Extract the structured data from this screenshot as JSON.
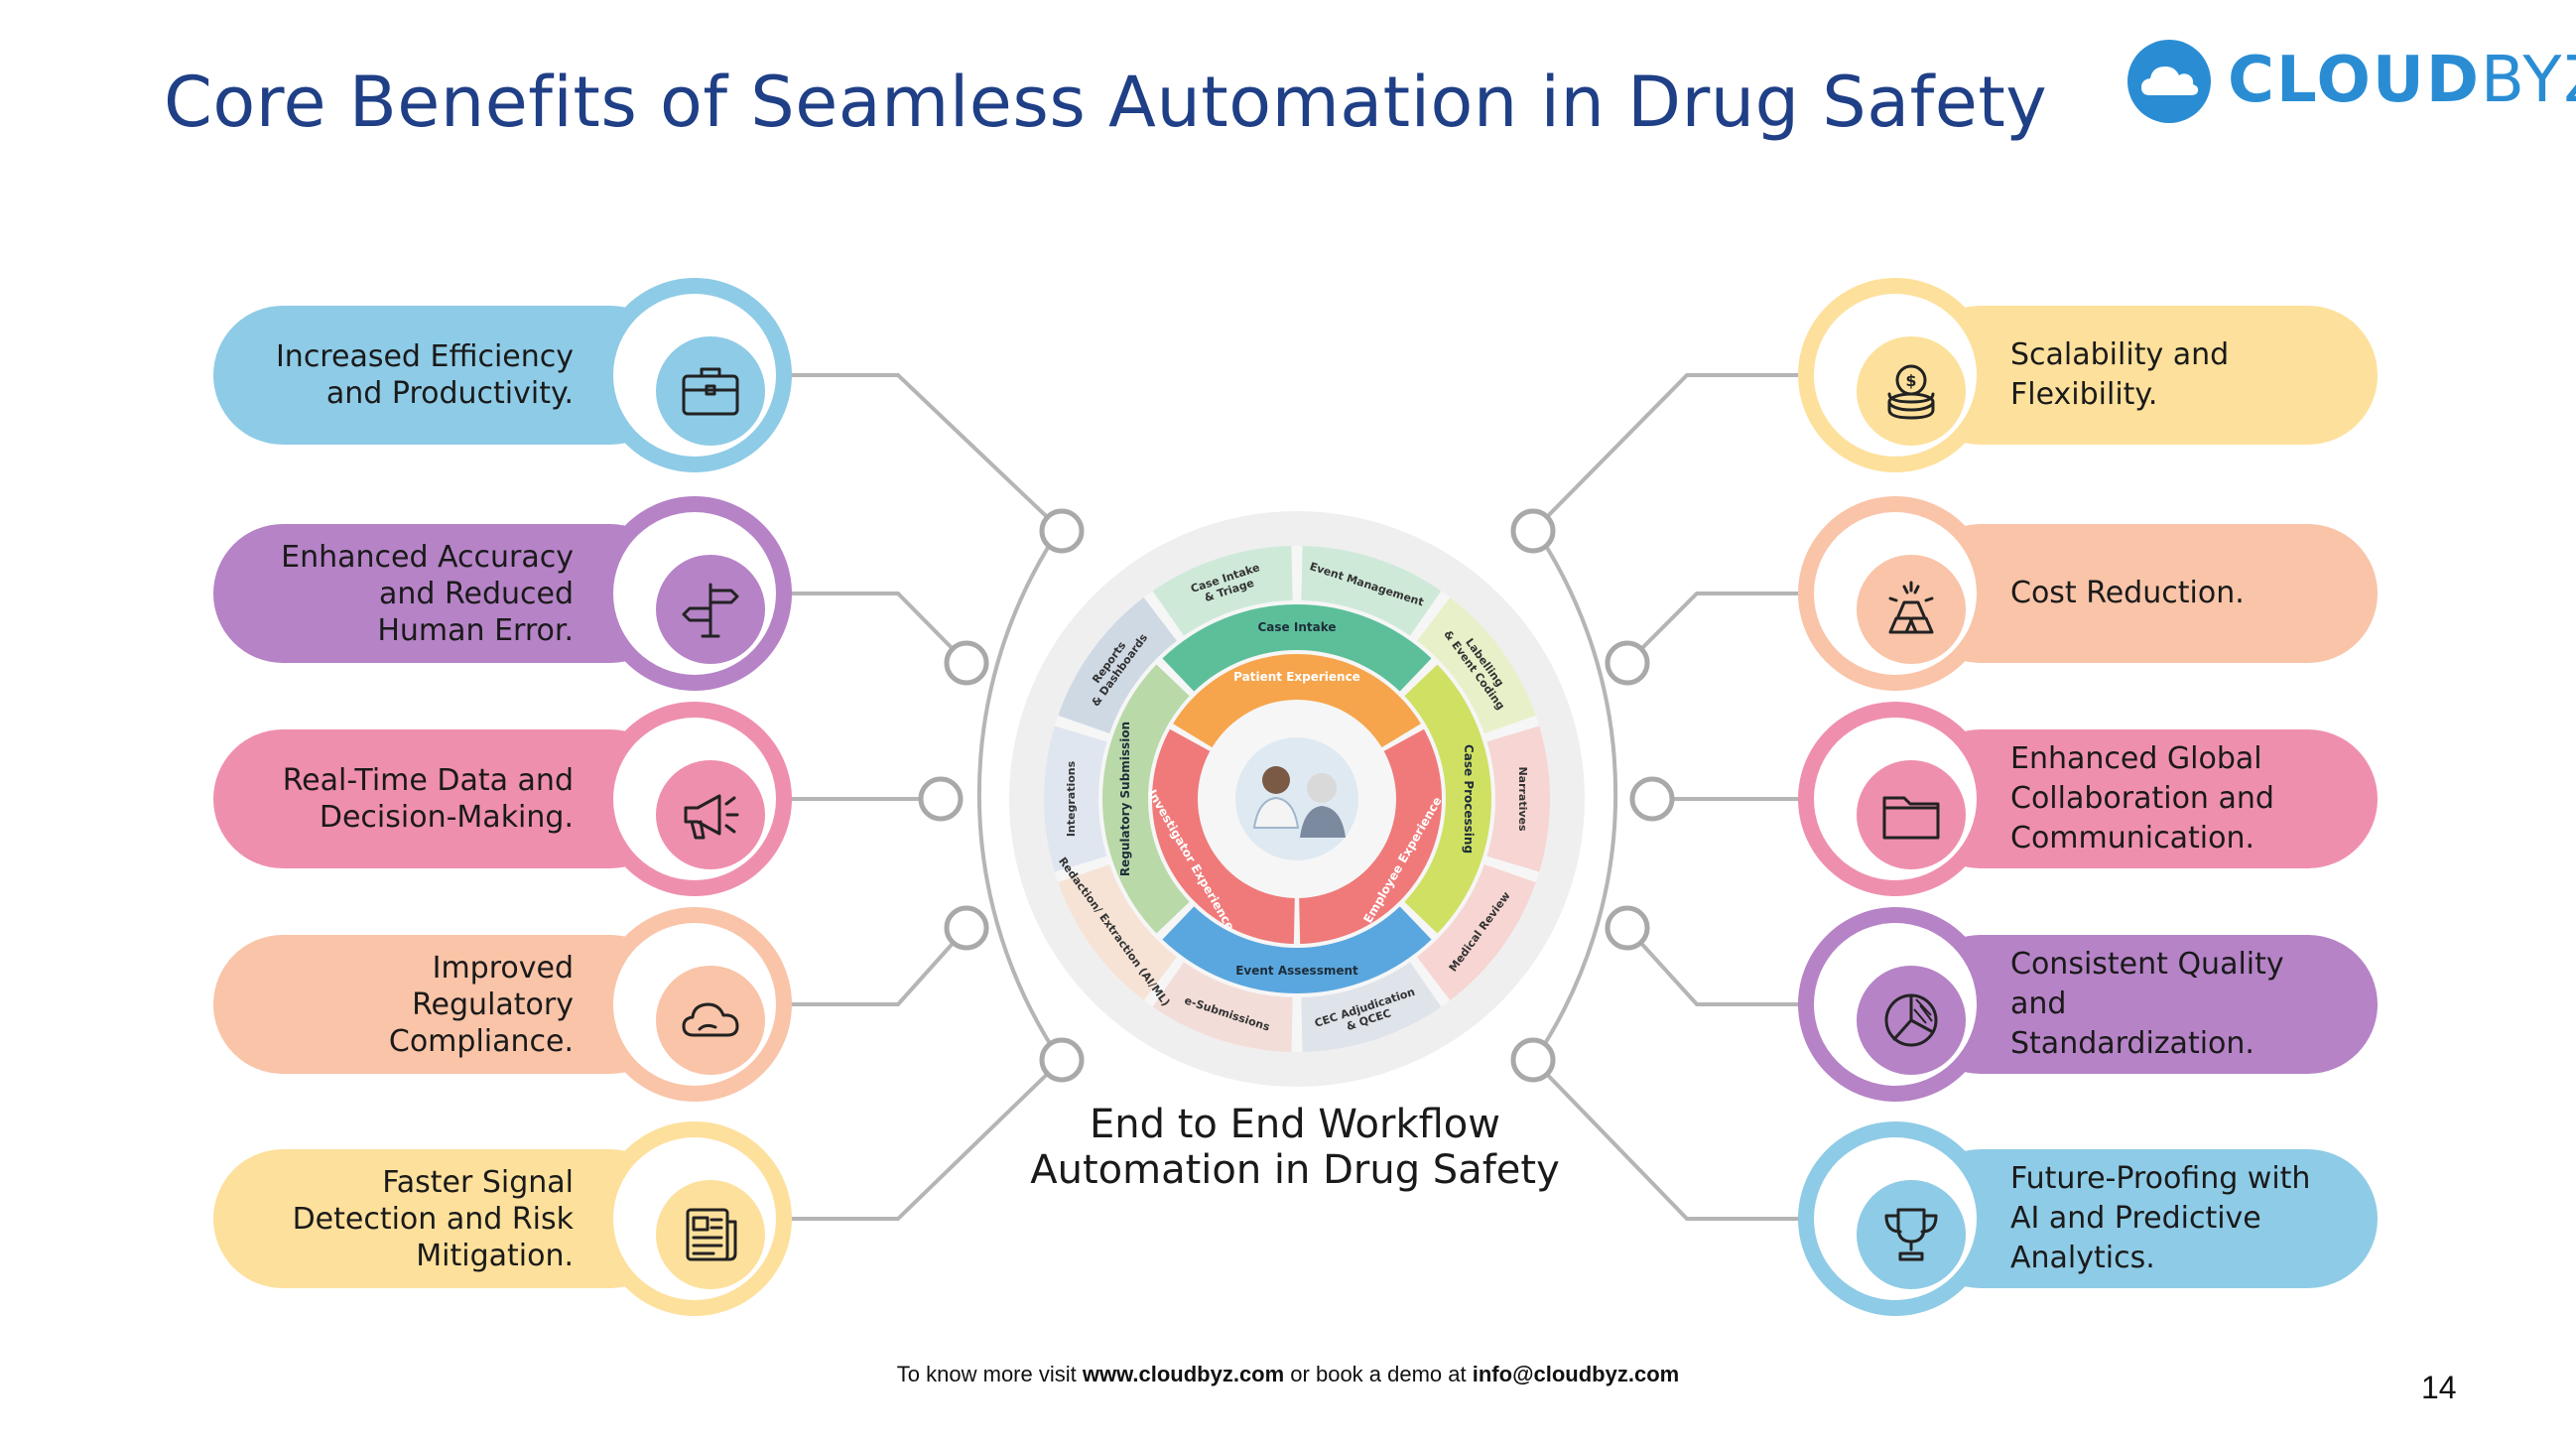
{
  "title": "Core Benefits of Seamless Automation in Drug Safety",
  "logo": {
    "bold": "CLOUD",
    "light": "BYZ"
  },
  "left_items": [
    {
      "lines": [
        "Increased Efficiency",
        "and Productivity."
      ],
      "icon": "briefcase-icon",
      "color": "#8ecbe6",
      "core": "#8ecbe6"
    },
    {
      "lines": [
        "Enhanced Accuracy",
        "and Reduced",
        "Human Error."
      ],
      "icon": "signpost-icon",
      "color": "#b683c7",
      "core": "#b683c7"
    },
    {
      "lines": [
        "Real-Time Data and",
        "Decision-Making."
      ],
      "icon": "megaphone-icon",
      "color": "#ef8fae",
      "core": "#ef8fae"
    },
    {
      "lines": [
        "Improved",
        "Regulatory",
        "Compliance."
      ],
      "icon": "cloud-icon",
      "color": "#f9c4a8",
      "core": "#f9c4a8"
    },
    {
      "lines": [
        "Faster Signal",
        "Detection and Risk",
        "Mitigation."
      ],
      "icon": "newspaper-icon",
      "color": "#fde09b",
      "core": "#fde09b"
    }
  ],
  "right_items": [
    {
      "lines": [
        "Scalability and",
        "Flexibility."
      ],
      "icon": "coins-icon",
      "color": "#fde09b",
      "core": "#fde09b"
    },
    {
      "lines": [
        "Cost Reduction."
      ],
      "icon": "gold-bars-icon",
      "color": "#f9c4a8",
      "core": "#f9c4a8"
    },
    {
      "lines": [
        "Enhanced Global",
        "Collaboration and",
        "Communication."
      ],
      "icon": "folder-icon",
      "color": "#ef8fae",
      "core": "#ef8fae"
    },
    {
      "lines": [
        "Consistent Quality",
        "and",
        "Standardization."
      ],
      "icon": "pie-chart-icon",
      "color": "#b683c7",
      "core": "#b683c7"
    },
    {
      "lines": [
        "Future-Proofing with",
        "AI and Predictive",
        "Analytics."
      ],
      "icon": "trophy-icon",
      "color": "#8ecbe6",
      "core": "#8ecbe6"
    }
  ],
  "wheel": {
    "outer": [
      "Case Intake & Triage",
      "Event Management",
      "Labelling & Event Coding",
      "Narratives",
      "Medical Review",
      "CEC Adjudication & QCEC",
      "e-Submissions",
      "Redaction/ Extraction (AI/ML)",
      "Integrations",
      "Reports & Dashboards"
    ],
    "middle": [
      "Case Intake",
      "Case Processing",
      "Event Assessment",
      "Regulatory Submission"
    ],
    "inner": [
      "Patient Experience",
      "Employee Experience",
      "Investigator Experience"
    ]
  },
  "center_caption": [
    "End to End Workflow",
    "Automation in Drug Safety"
  ],
  "footer": {
    "prefix": "To know more visit ",
    "site": "www.cloudbyz.com",
    "mid": " or book a demo at ",
    "email": "info@cloudbyz.com"
  },
  "page_number": "14"
}
